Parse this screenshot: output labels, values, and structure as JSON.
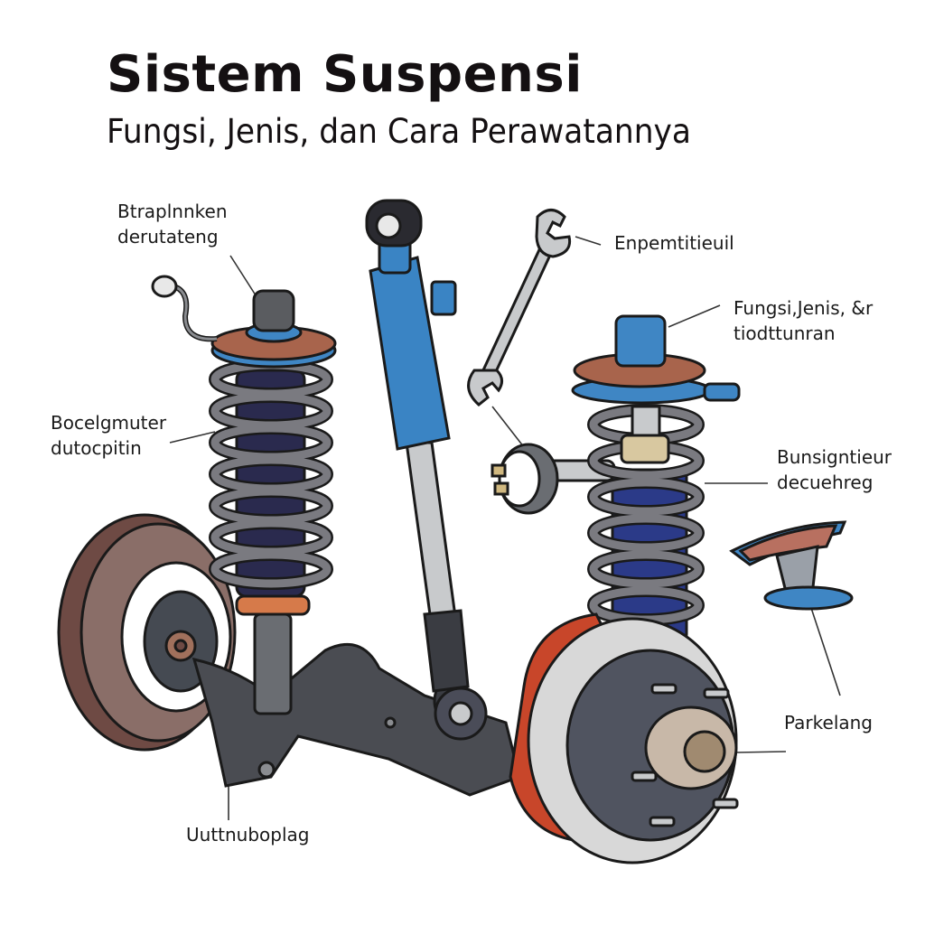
{
  "header": {
    "title": "Sistem Suspensi",
    "subtitle": "Fungsi, Jenis, dan Cara Perawatannya"
  },
  "labels": [
    {
      "id": "top-left",
      "lines": [
        "Btraplnnken",
        "derutateng"
      ]
    },
    {
      "id": "mid-left",
      "lines": [
        "Bocelgmuter",
        "dutocpitin"
      ]
    },
    {
      "id": "bottom-left",
      "lines": [
        "Uuttnuboplag"
      ]
    },
    {
      "id": "wrench",
      "lines": [
        "Enpemtitieuil"
      ]
    },
    {
      "id": "top-right",
      "lines": [
        "Fungsi,Jenis, &r",
        "tiodttunran"
      ]
    },
    {
      "id": "mid-right",
      "lines": [
        "Bunsigntieur",
        "decuehreg"
      ]
    },
    {
      "id": "bottom-right",
      "lines": [
        "Parkelang"
      ]
    }
  ],
  "colors": {
    "blue": "#3b82c4",
    "dark_blue": "#2a3a7a",
    "coil": "#707074",
    "brake_red": "#c8462a",
    "copper": "#b06a50",
    "arm": "#4a4c52",
    "silver": "#c8cacc",
    "outline": "#1a1a1a"
  }
}
